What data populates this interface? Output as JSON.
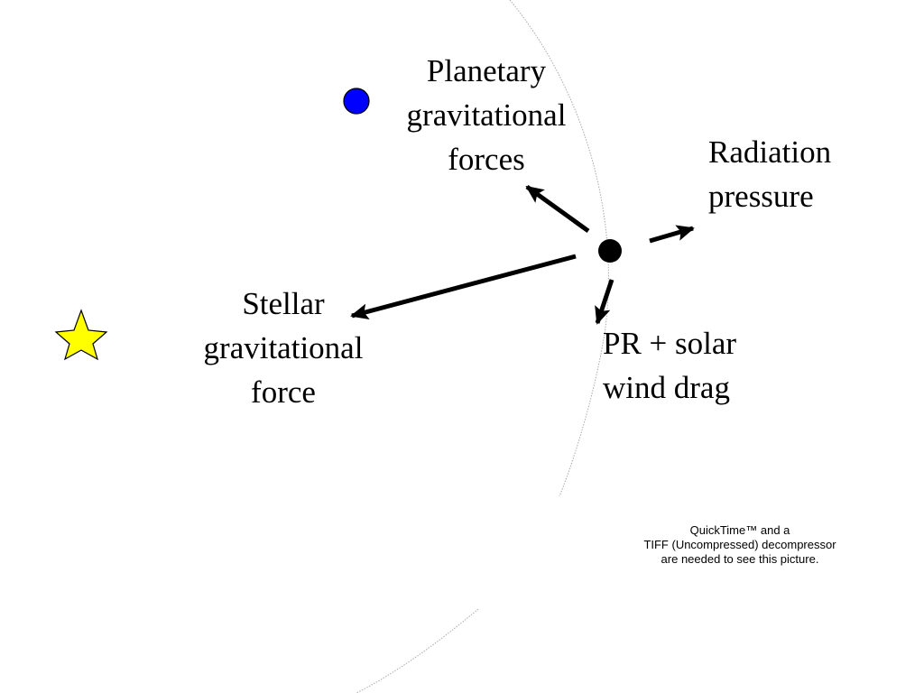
{
  "labels": {
    "planetary": [
      "Planetary",
      "gravitational",
      "forces"
    ],
    "radiation": [
      "Radiation",
      "pressure"
    ],
    "stellar": [
      "Stellar",
      "gravitational",
      "force"
    ],
    "pr_drag": [
      "PR + solar",
      "wind drag"
    ]
  },
  "placeholder_notice": [
    "QuickTime™ and a",
    "TIFF (Uncompressed) decompressor",
    "are needed to see this picture."
  ],
  "colors": {
    "star_fill": "#ffff00",
    "planet_fill": "#0000ff",
    "particle_fill": "#000000",
    "arrow": "#000000",
    "orbit": "#aaaaaa"
  },
  "icons": {
    "star": "star-icon",
    "planet": "planet-icon",
    "particle": "dust-particle-icon"
  }
}
